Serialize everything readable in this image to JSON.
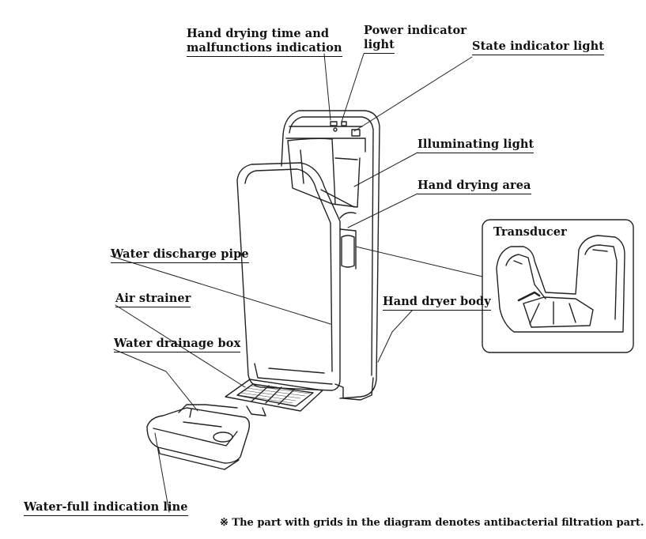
{
  "labels": {
    "time_line1": "Hand drying time and",
    "time_line2": "malfunctions indication",
    "power_line1": "Power indicator",
    "power_line2": "light",
    "state": "State indicator light",
    "illuminating": "Illuminating light",
    "drying_area": "Hand drying area",
    "transducer": "Transducer",
    "discharge": "Water discharge pipe",
    "strainer": "Air strainer",
    "body": "Hand dryer body",
    "drain_box": "Water drainage box",
    "water_full": "Water-full indication line"
  },
  "note": "※ The part with grids in the diagram denotes antibacterial filtration part."
}
